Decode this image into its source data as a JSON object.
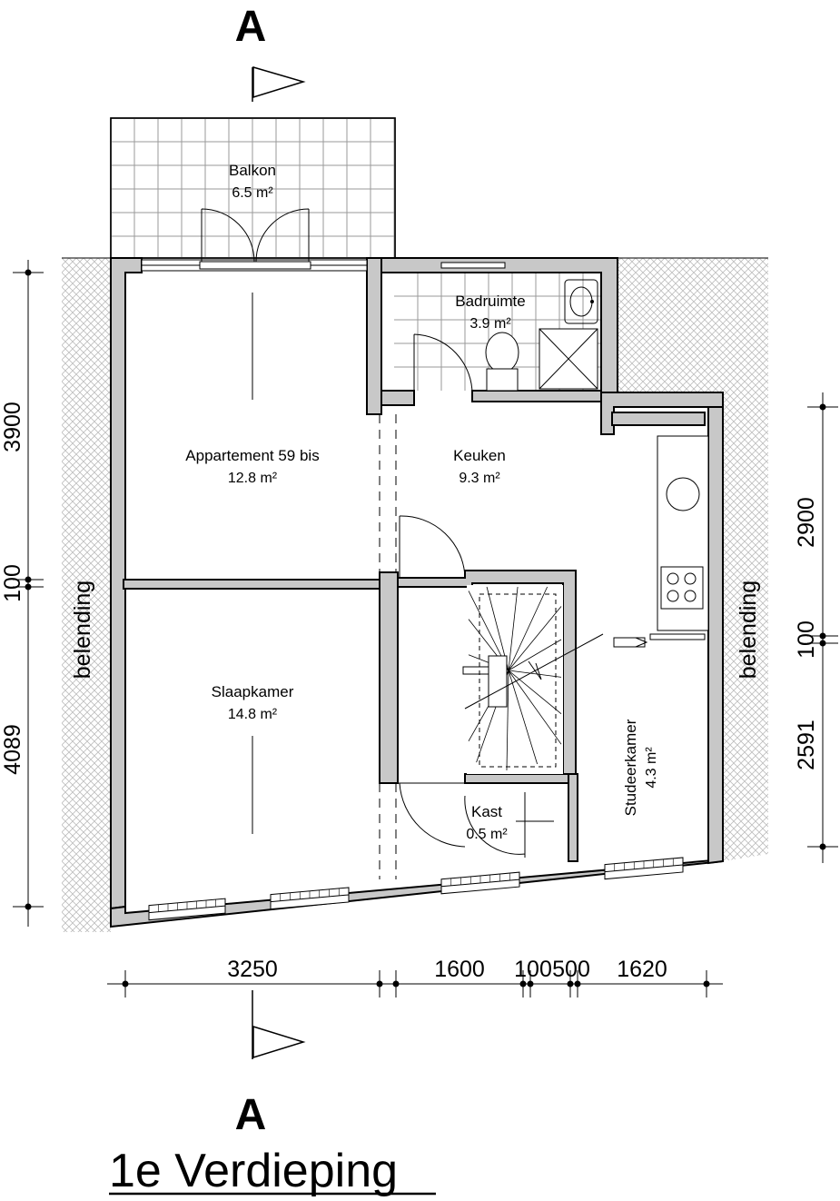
{
  "title": "1e Verdieping",
  "section_marker": "A",
  "side_labels": {
    "left": "belending",
    "right": "belending"
  },
  "area_unit": "m²",
  "rooms": [
    {
      "key": "balkon",
      "name": "Balkon",
      "area": "6.5 m²"
    },
    {
      "key": "badruimte",
      "name": "Badruimte",
      "area": "3.9 m²"
    },
    {
      "key": "appartement",
      "name": "Appartement 59 bis",
      "area": "12.8 m²"
    },
    {
      "key": "keuken",
      "name": "Keuken",
      "area": "9.3 m²"
    },
    {
      "key": "slaapkamer",
      "name": "Slaapkamer",
      "area": "14.8 m²"
    },
    {
      "key": "kast",
      "name": "Kast",
      "area": "0.5 m²"
    },
    {
      "key": "studeerkamer",
      "name": "Studeerkamer",
      "area": "4.3 m²"
    }
  ],
  "dimensions": {
    "left": [
      "3900",
      "100",
      "4089"
    ],
    "right": [
      "2900",
      "100",
      "2591"
    ],
    "bottom": [
      "3250",
      "1600",
      "100",
      "500",
      "1620"
    ]
  },
  "colors": {
    "wall": "#c8c8c8",
    "line": "#000000",
    "hatch": "#bdbdbd",
    "tile_grid": "#9a9a9a"
  }
}
